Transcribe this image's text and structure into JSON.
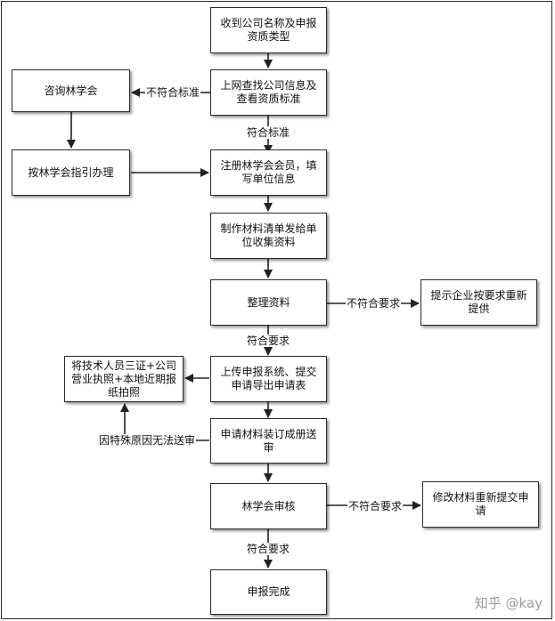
{
  "nodes": {
    "receive_name": "收到公司名称及申报资质类型",
    "lookup_info": "上网查找公司信息及查看资质标准",
    "consult": "咨询林学会",
    "guide": "按林学会指引办理",
    "register": "注册林学会会员，填写单位信息",
    "material_list": "制作材料清单发给单位收集资料",
    "organize": "整理资料",
    "resupply": "提示企业按要求重新提供",
    "certificates": "将技术人员三证+公司营业执照+本地近期报纸拍照",
    "upload": "上传申报系统、提交申请导出申请表",
    "bind": "申请材料装订成册送审",
    "review": "林学会审核",
    "revise": "修改材料重新提交申请",
    "done": "申报完成"
  },
  "labels": {
    "not_meet_standard": "不符合标准",
    "meet_standard": "符合标准",
    "not_meet_req_1": "不符合要求",
    "meet_req_1": "符合要求",
    "special_reason": "因特殊原因无法送审",
    "not_meet_req_2": "不符合要求",
    "meet_req_2": "符合要求"
  },
  "watermark": "知乎 @kay"
}
